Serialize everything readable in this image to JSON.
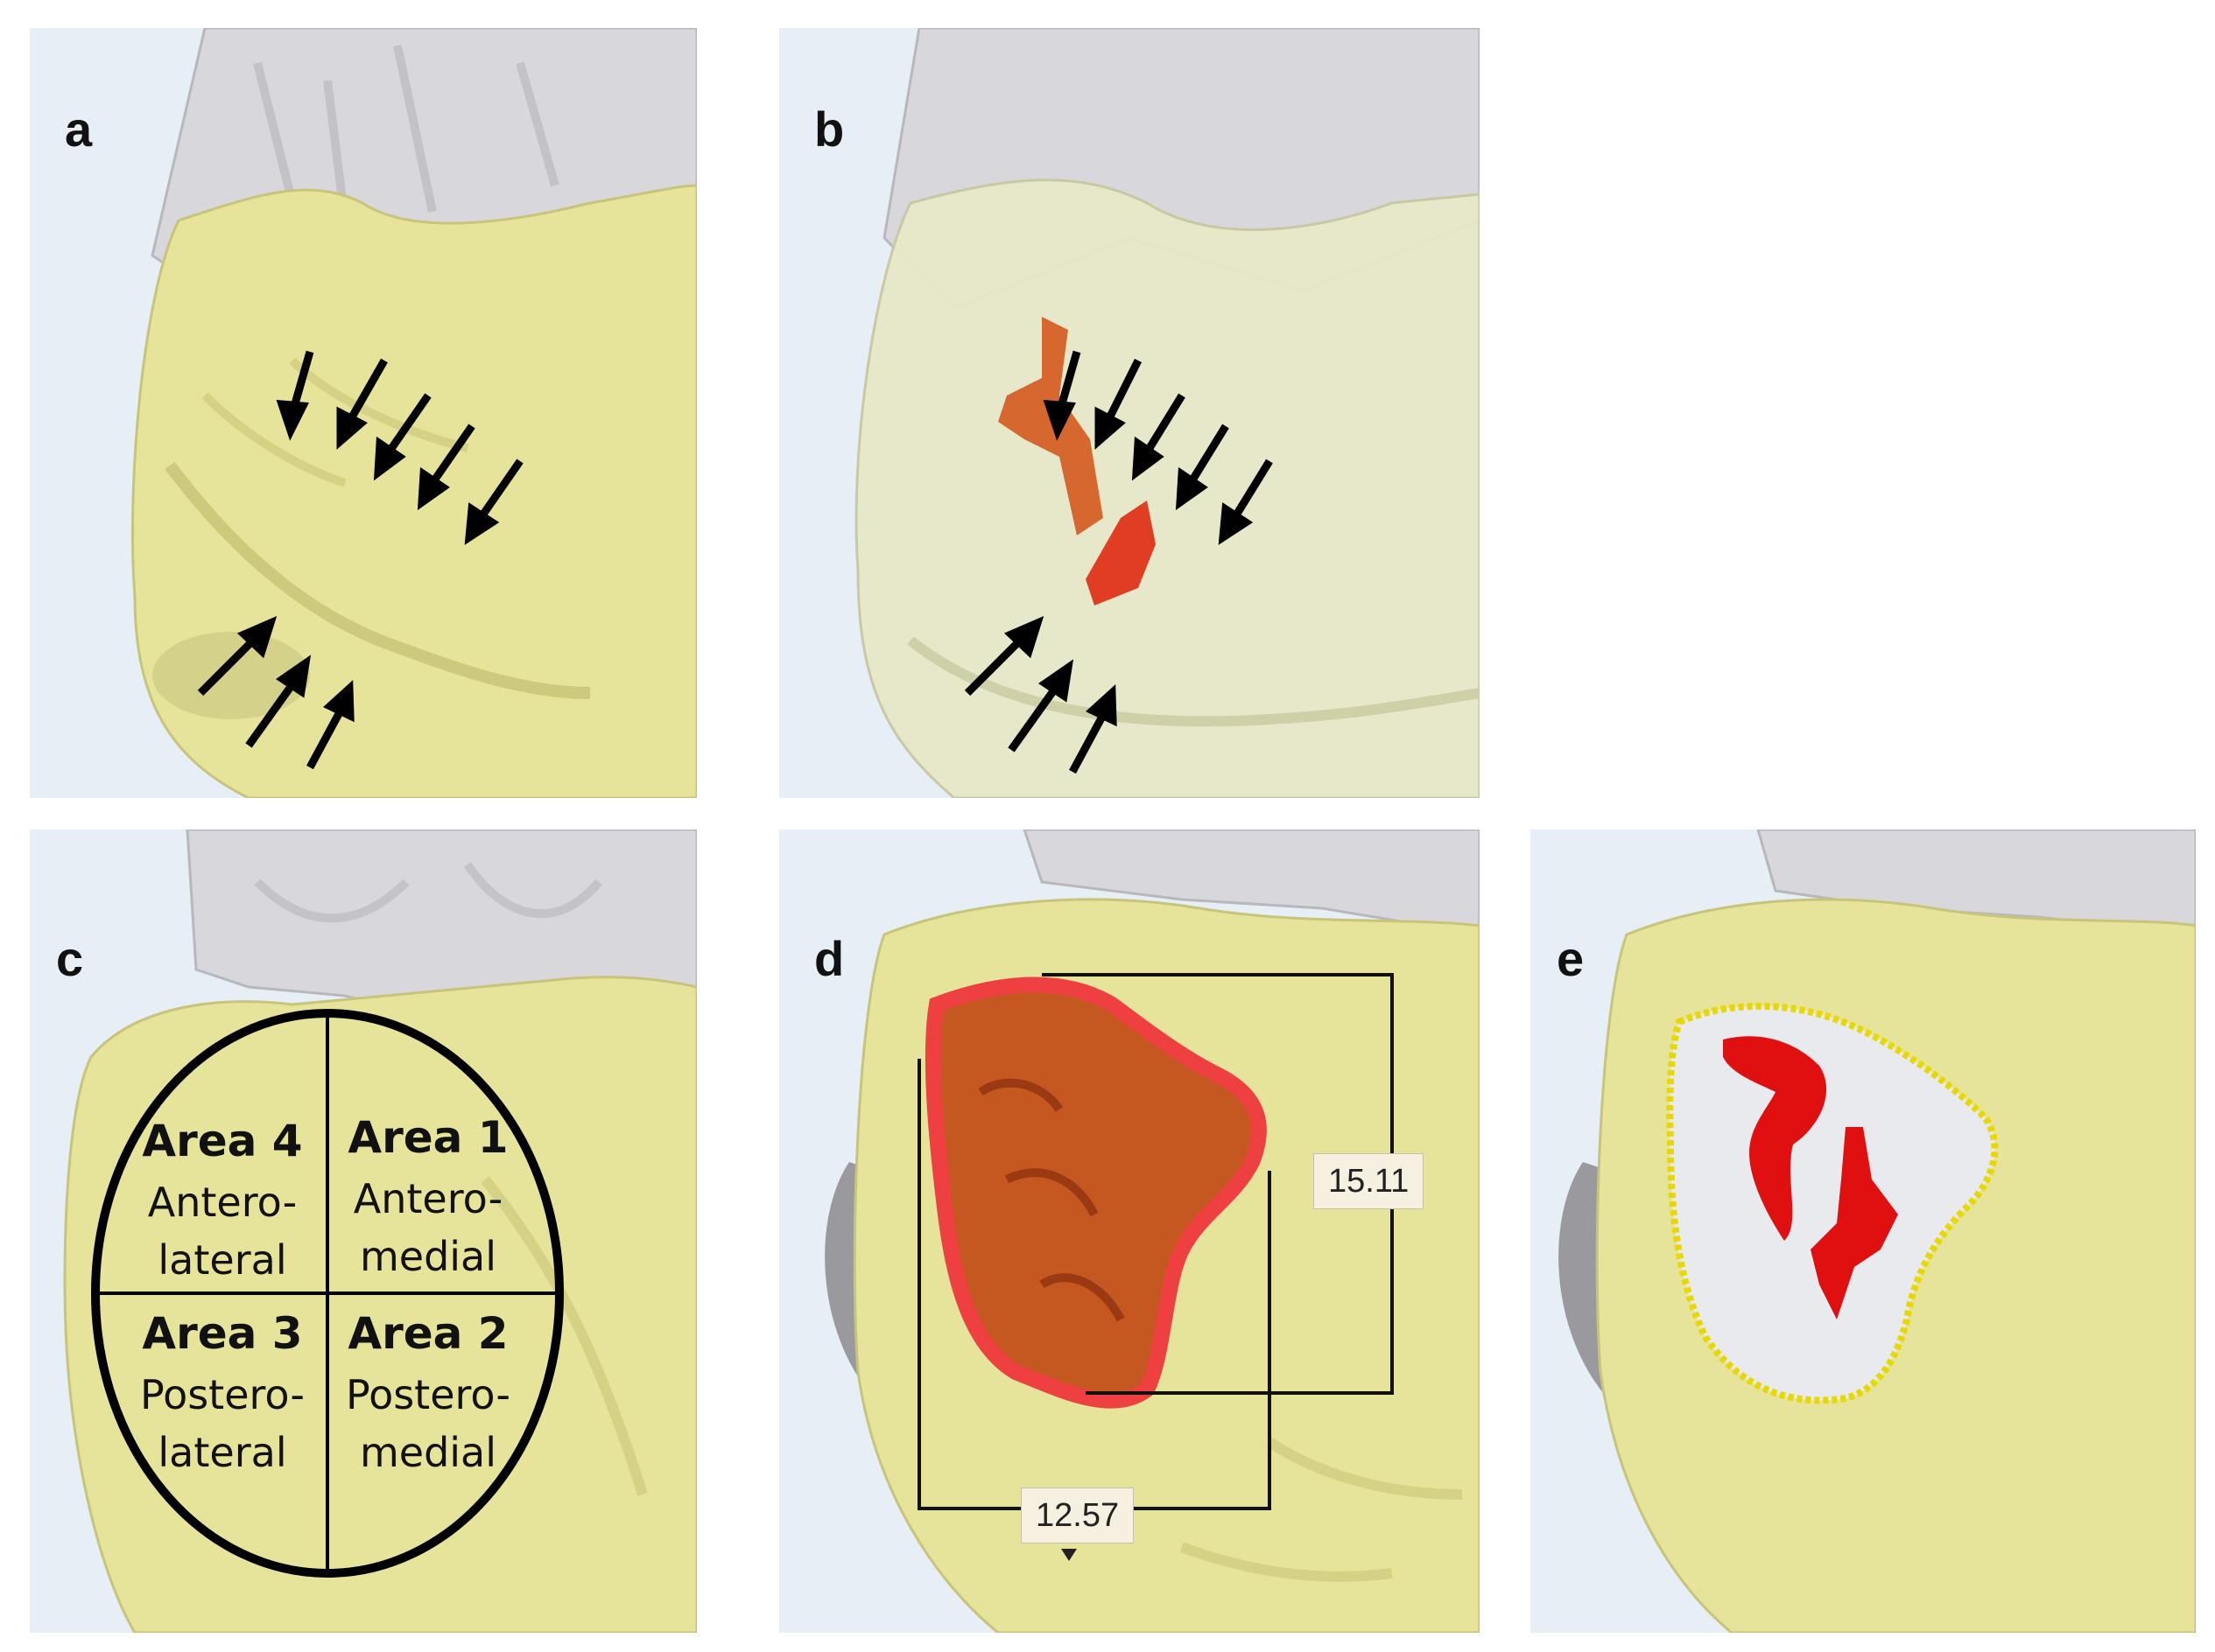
{
  "panels": {
    "a": {
      "label": "a"
    },
    "b": {
      "label": "b"
    },
    "c": {
      "label": "c",
      "areas": [
        {
          "title": "Area 4",
          "line1": "Antero-",
          "line2": "lateral"
        },
        {
          "title": "Area 1",
          "line1": "Antero-",
          "line2": "medial"
        },
        {
          "title": "Area 3",
          "line1": "Postero-",
          "line2": "lateral"
        },
        {
          "title": "Area 2",
          "line1": "Postero-",
          "line2": "medial"
        }
      ]
    },
    "d": {
      "label": "d",
      "measure_width": "15.11",
      "measure_height": "12.57"
    },
    "e": {
      "label": "e"
    }
  },
  "colors": {
    "bone": "#e6e49a",
    "bone_translucent": "#e8e8c8",
    "femur_gray": "#d8d8dc",
    "background": "#e6eef6",
    "lesion_orange": "#c9581f",
    "lesion_outline": "#ee4040",
    "lesion_red": "#e01010",
    "defect_white": "#e8eaee",
    "arrow": "#000000"
  }
}
